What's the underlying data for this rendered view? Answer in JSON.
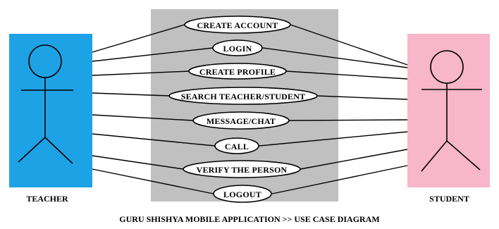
{
  "usecases": [
    "CREATE ACCOUNT",
    "LOGIN",
    "CREATE PROFILE",
    "SEARCH TEACHER/STUDENT",
    "MESSAGE/CHAT",
    "CALL",
    "VERIFY THE PERSON",
    "LOGOUT"
  ],
  "actors": {
    "left": "TEACHER",
    "right": "STUDENT"
  },
  "caption": "GURU SHISHYA MOBILE APPLICATION >> USE CASE DIAGRAM",
  "colors": {
    "teacher_box": "#1ea2e6",
    "student_box": "#f7b6c9",
    "system_box": "#c0c0c0",
    "stroke": "#000000"
  }
}
